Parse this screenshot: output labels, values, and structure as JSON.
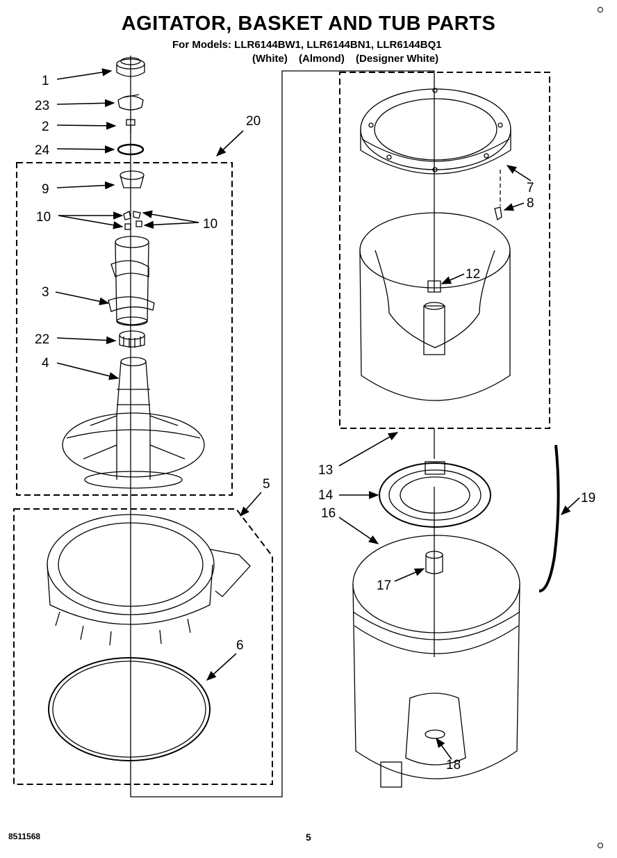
{
  "header": {
    "title": "AGITATOR, BASKET AND TUB PARTS",
    "models_line": "For Models: LLR6144BW1, LLR6144BN1, LLR6144BQ1",
    "colors": [
      "(White)",
      "(Almond)",
      "(Designer White)"
    ]
  },
  "callouts": {
    "c1": "1",
    "c23": "23",
    "c2": "2",
    "c24": "24",
    "c20": "20",
    "c9": "9",
    "c10a": "10",
    "c10b": "10",
    "c3": "3",
    "c22": "22",
    "c4": "4",
    "c5": "5",
    "c6": "6",
    "c7": "7",
    "c8": "8",
    "c12": "12",
    "c13": "13",
    "c14": "14",
    "c16": "16",
    "c17": "17",
    "c18": "18",
    "c19": "19"
  },
  "footer": {
    "code": "8511568",
    "page": "5"
  }
}
